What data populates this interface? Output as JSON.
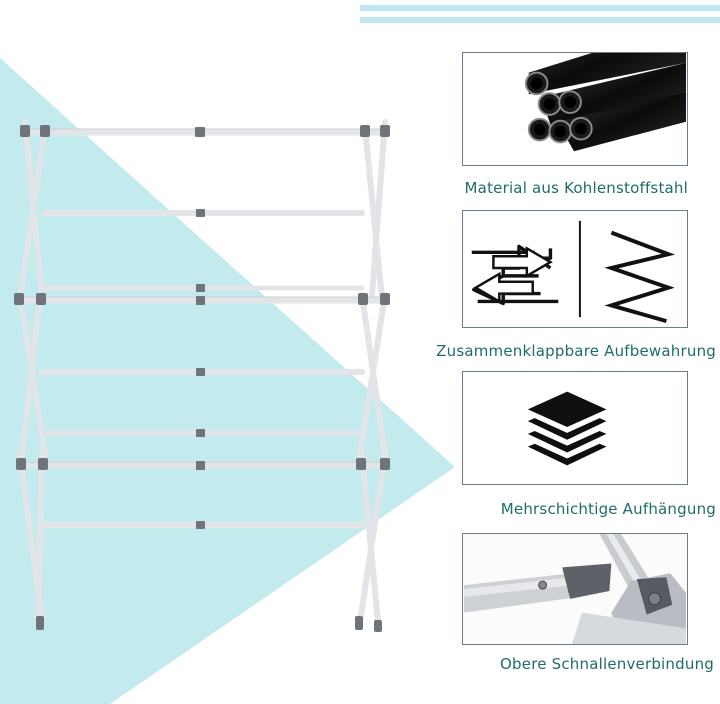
{
  "features": [
    {
      "caption": "Material aus Kohlenstoffstahl",
      "icon": "steel-tubes-icon"
    },
    {
      "caption": "Zusammenklappbare Aufbewahrung",
      "icon": "fold-arrows-icon"
    },
    {
      "caption": "Mehrschichtige Aufhängung",
      "icon": "layers-icon"
    },
    {
      "caption": "Obere Schnallenverbindung",
      "icon": "buckle-joint-photo"
    }
  ],
  "colors": {
    "accent_teal": "#1f6d69",
    "background_triangle": "#c3ebee",
    "stripe": "#bfe9ee",
    "rack_frame": "#e2e4e8",
    "connector": "#6f737a"
  }
}
